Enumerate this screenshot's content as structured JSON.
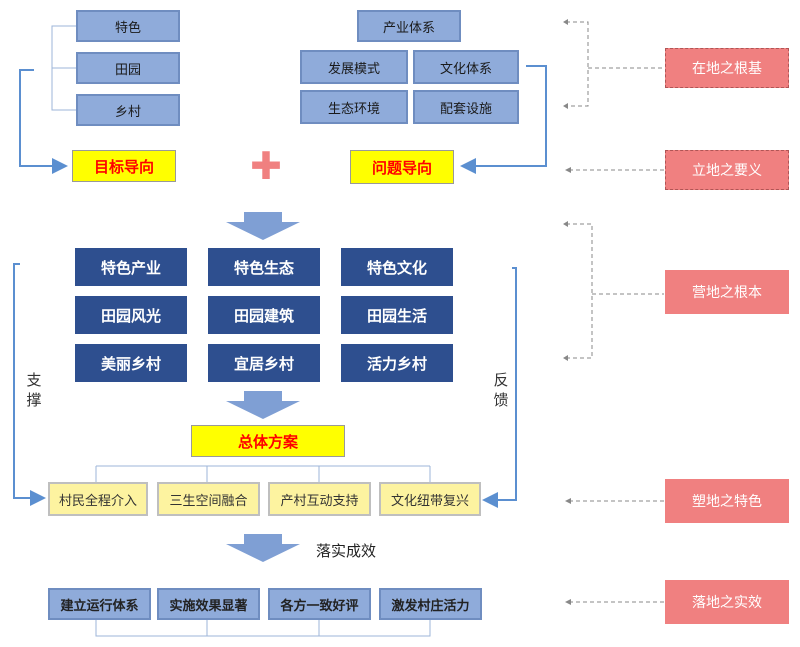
{
  "goal_items": [
    "特色",
    "田园",
    "乡村"
  ],
  "goal_label": "目标导向",
  "problem_items": [
    "产业体系",
    "发展模式",
    "文化体系",
    "生态环境",
    "配套设施"
  ],
  "problem_label": "问题导向",
  "plus_symbol": "✚",
  "grid_items": [
    "特色产业",
    "特色生态",
    "特色文化",
    "田园风光",
    "田园建筑",
    "田园生活",
    "美丽乡村",
    "宜居乡村",
    "活力乡村"
  ],
  "overall_plan": "总体方案",
  "plan_items": [
    "村民全程介入",
    "三生空间融合",
    "产村互动支持",
    "文化纽带复兴"
  ],
  "support_label": [
    "支",
    "撑"
  ],
  "feedback_label": [
    "反",
    "馈"
  ],
  "implement_label": "落实成效",
  "result_items": [
    "建立运行体系",
    "实施效果显著",
    "各方一致好评",
    "激发村庄活力"
  ],
  "side_labels": [
    "在地之根基",
    "立地之要义",
    "营地之根本",
    "塑地之特色",
    "落地之实效"
  ],
  "colors": {
    "light_blue": "#8fabda",
    "dark_blue": "#2e4f8f",
    "yellow": "#ffff00",
    "light_yellow": "#fdf3a0",
    "red_label": "#f08080",
    "plus_red": "#f08080",
    "arrow_blue": "#7f9fd4"
  }
}
